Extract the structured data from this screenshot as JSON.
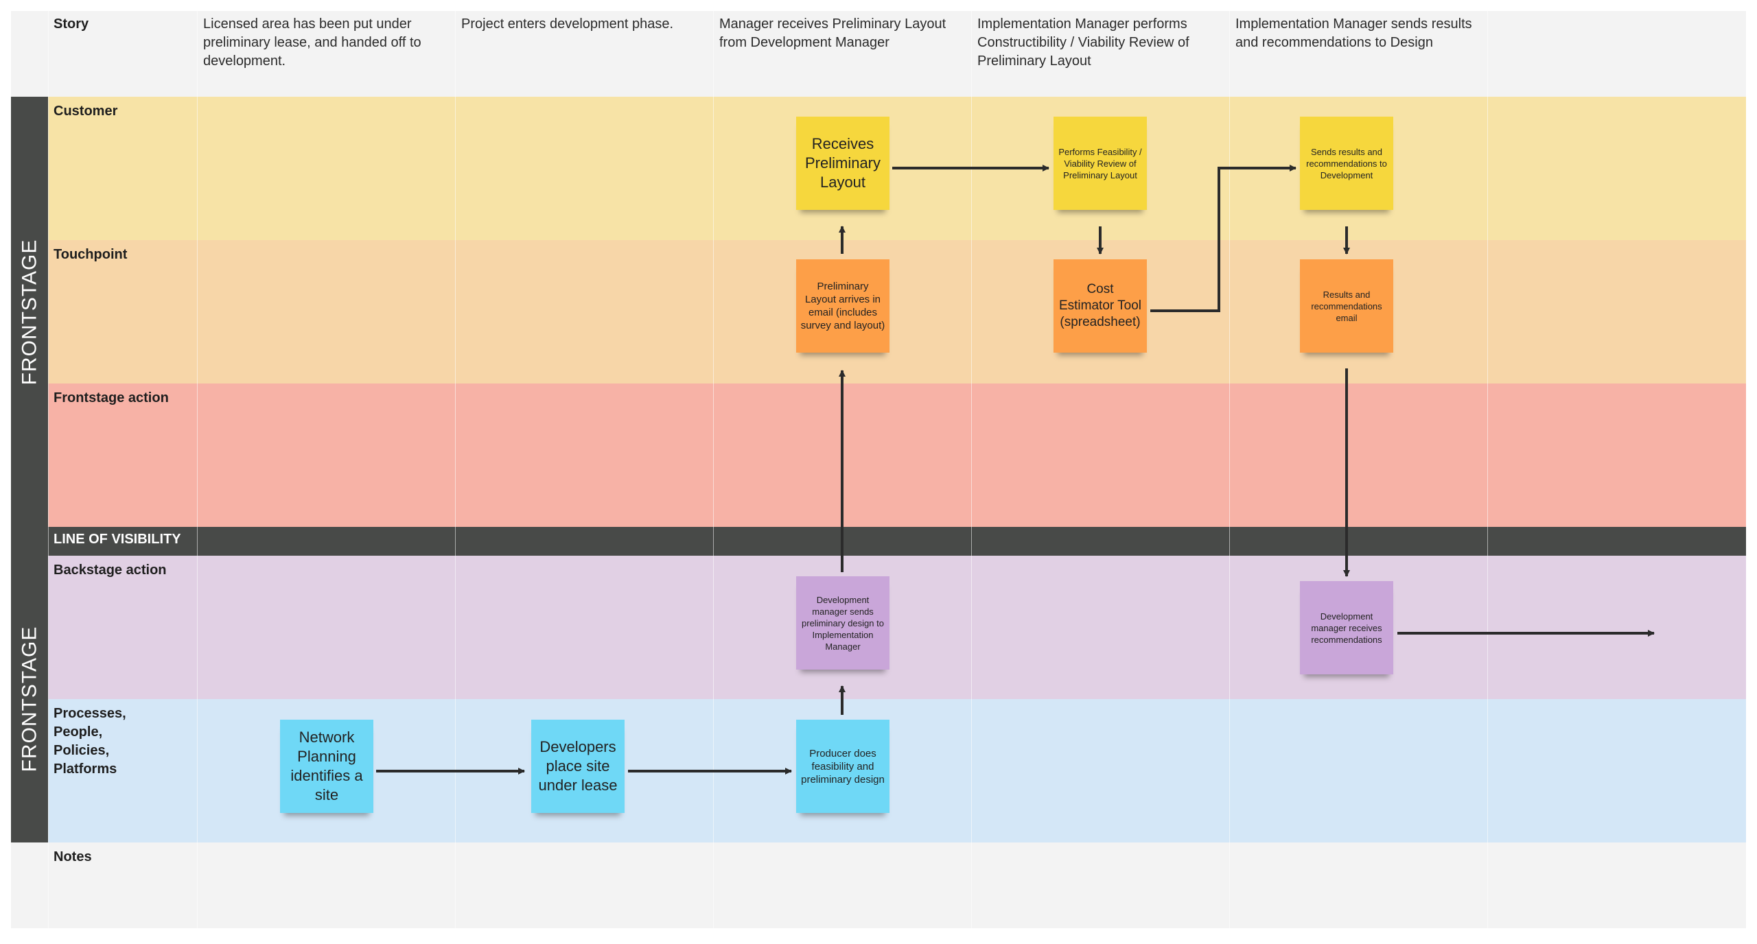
{
  "rows": {
    "story": "Story",
    "customer": "Customer",
    "touchpoint": "Touchpoint",
    "frontstage_action": "Frontstage action",
    "line_of_visibility": "LINE OF VISIBILITY",
    "backstage_action": "Backstage action",
    "processes": "Processes,\nPeople,\nPolicies,\nPlatforms",
    "notes": "Notes"
  },
  "sidebar": {
    "top_label": "FRONTSTAGE",
    "bottom_label": "FRONTSTAGE"
  },
  "story": {
    "col1": "Licensed area has been put under preliminary lease, and handed off to development.",
    "col2": "Project enters development phase.",
    "col3": "Manager receives Preliminary Layout from Development Manager",
    "col4": "Implementation Manager performs Constructibility / Viability Review of Preliminary Layout",
    "col5": "Implementation Manager sends results and recommendations to Design"
  },
  "notes": {
    "receives_layout": "Receives Preliminary Layout",
    "performs_review": "Performs Feasibility / Viability Review of Preliminary Layout",
    "sends_results": "Sends results and recommendations to Development",
    "layout_email": "Preliminary Layout arrives in email (includes survey and layout)",
    "cost_tool": "Cost Estimator Tool (spreadsheet)",
    "results_email": "Results and recommendations email",
    "dev_sends_design": "Development manager sends preliminary design to Implementation Manager",
    "dev_receives_recs": "Development manager receives recommendations",
    "network_planning": "Network Planning identifies a site",
    "developers_place": "Developers place site under lease",
    "producer_feasibility": "Producer does feasibility and preliminary design"
  },
  "colors": {
    "customer_band": "#f7e3a6",
    "touchpoint_band": "#f7d6a8",
    "frontstage_band": "#f7b2a6",
    "line_of_visibility": "#484a48",
    "backstage_band": "#e1d0e4",
    "processes_band": "#d4e7f7",
    "sticky_yellow": "#f6d73d",
    "sticky_orange": "#fd9f48",
    "sticky_purple": "#c9a6d9",
    "sticky_blue": "#6fd8f6"
  }
}
